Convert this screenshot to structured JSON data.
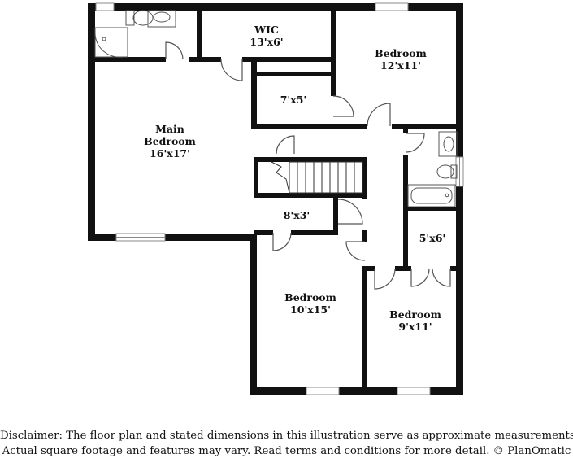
{
  "rooms": {
    "wic": {
      "name": "WIC",
      "size": "13'x6'"
    },
    "bedroom_ne": {
      "name": "Bedroom",
      "size": "12'x11'"
    },
    "closet_7x5": {
      "size": "7'x5'"
    },
    "main_bedroom": {
      "name_line1": "Main",
      "name_line2": "Bedroom",
      "size": "16'x17'"
    },
    "closet_8x3": {
      "size": "8'x3'"
    },
    "closet_5x6": {
      "size": "5'x6'"
    },
    "bedroom_sw": {
      "name": "Bedroom",
      "size": "10'x15'"
    },
    "bedroom_se": {
      "name": "Bedroom",
      "size": "9'x11'"
    }
  },
  "disclaimer": {
    "line1": "Disclaimer: The floor plan and stated dimensions in this illustration serve as approximate measurements.",
    "line2": "Actual square footage and features may vary. Read terms and conditions for more detail. © PlanOmatic"
  },
  "colors": {
    "wall": "#111111",
    "window": "#bbbbbb",
    "fixture": "#555555"
  }
}
